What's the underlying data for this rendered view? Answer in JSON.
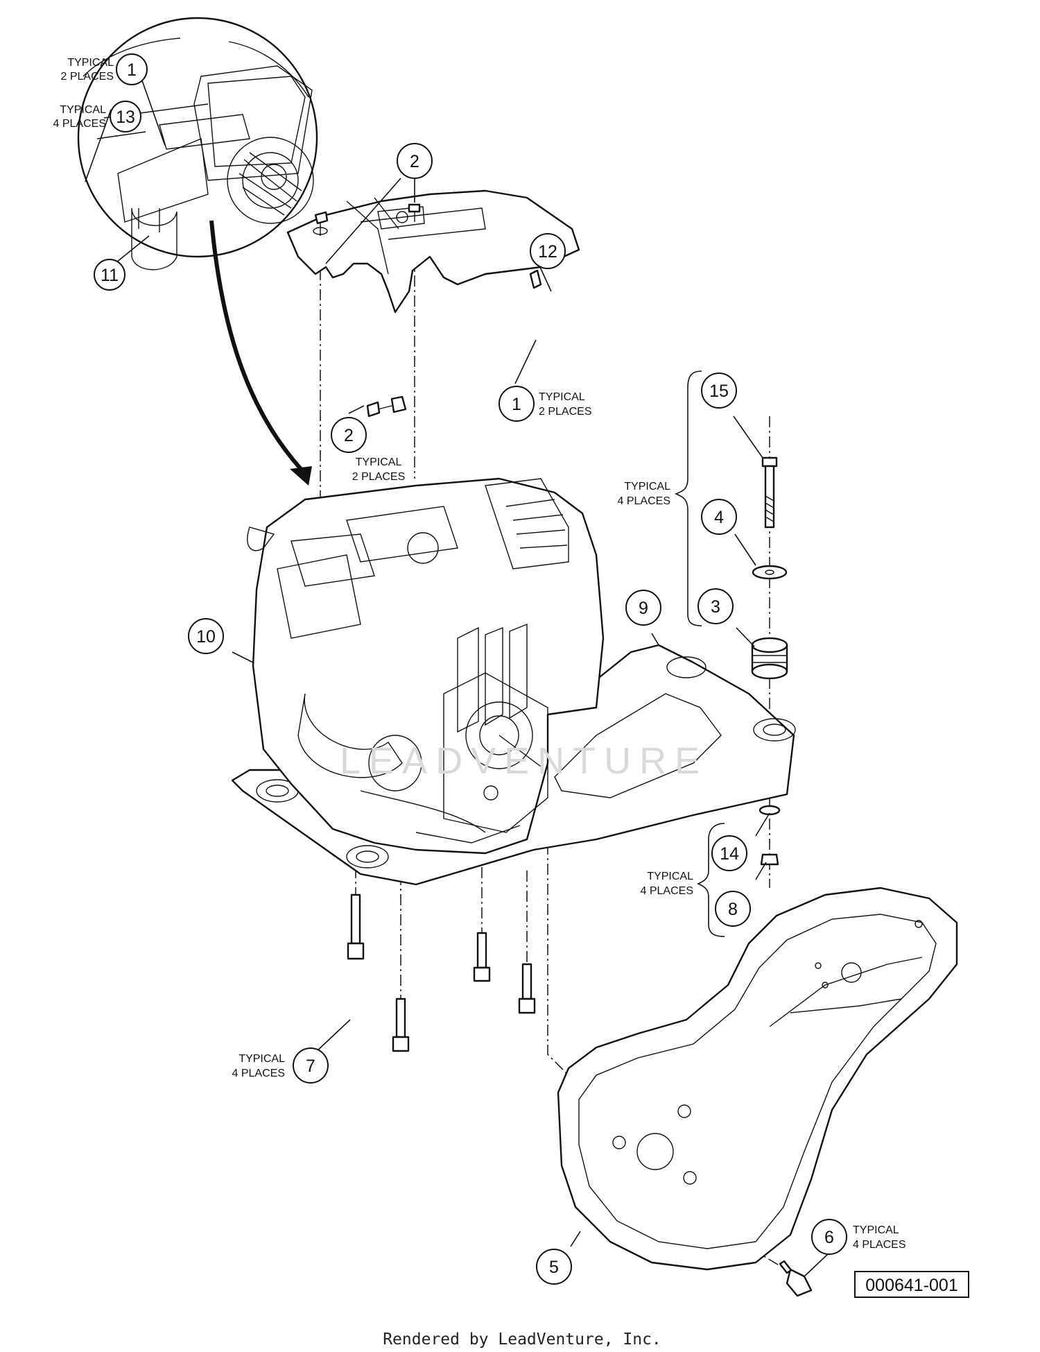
{
  "drawing_number": "000641-001",
  "footer": "Rendered by LeadVenture, Inc.",
  "watermark": "LEADVENTURE",
  "callouts": [
    {
      "id": "c1a",
      "number": "1",
      "note": [
        "TYPICAL",
        "2 PLACES"
      ]
    },
    {
      "id": "c13",
      "number": "13",
      "note": [
        "TYPICAL",
        "4 PLACES"
      ]
    },
    {
      "id": "c11",
      "number": "11"
    },
    {
      "id": "c2a",
      "number": "2"
    },
    {
      "id": "c12",
      "number": "12"
    },
    {
      "id": "c1b",
      "number": "1",
      "note": [
        "TYPICAL",
        "2 PLACES"
      ]
    },
    {
      "id": "c2b",
      "number": "2",
      "note": [
        "TYPICAL",
        "2 PLACES"
      ]
    },
    {
      "id": "c15",
      "number": "15"
    },
    {
      "id": "c4",
      "number": "4"
    },
    {
      "id": "c3",
      "number": "3"
    },
    {
      "id": "c9",
      "number": "9"
    },
    {
      "id": "c10",
      "number": "10"
    },
    {
      "id": "c14",
      "number": "14"
    },
    {
      "id": "c8",
      "number": "8"
    },
    {
      "id": "c7",
      "number": "7",
      "note": [
        "TYPICAL",
        "4 PLACES"
      ]
    },
    {
      "id": "c6",
      "number": "6",
      "note": [
        "TYPICAL",
        "4 PLACES"
      ]
    },
    {
      "id": "c5",
      "number": "5"
    }
  ],
  "group_notes": [
    {
      "id": "g-mount-top",
      "lines": [
        "TYPICAL",
        "4 PLACES"
      ]
    },
    {
      "id": "g-mount-bottom",
      "lines": [
        "TYPICAL",
        "4 PLACES"
      ]
    }
  ]
}
